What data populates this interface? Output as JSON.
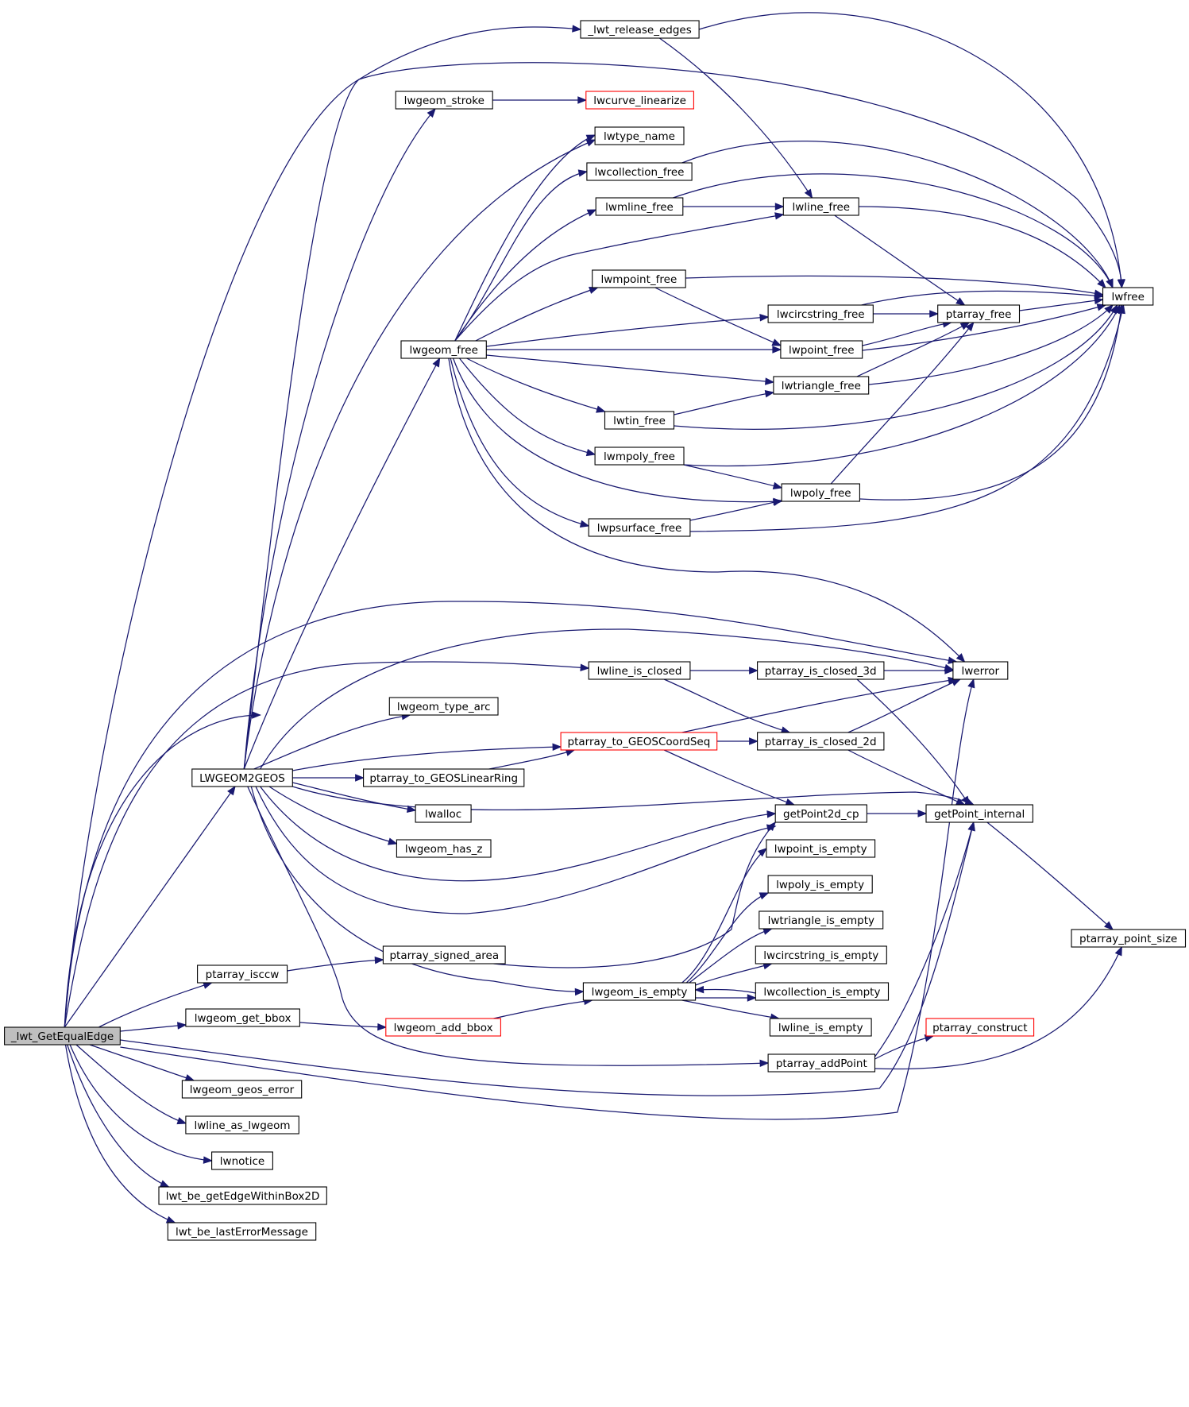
{
  "diagram": {
    "type": "call-graph",
    "colors": {
      "edge": "#191970",
      "node_border": "#000000",
      "node_border_incomplete": "#ff0000",
      "root_fill": "#bfbfbf",
      "node_fill": "#ffffff"
    },
    "nodes": [
      {
        "id": "root",
        "label": "_lwt_GetEqualEdge",
        "style": "root"
      },
      {
        "id": "lwt_release_edges",
        "label": "_lwt_release_edges",
        "style": "normal"
      },
      {
        "id": "lwgeom_stroke",
        "label": "lwgeom_stroke",
        "style": "normal"
      },
      {
        "id": "lwcurve_linearize",
        "label": "lwcurve_linearize",
        "style": "incomplete"
      },
      {
        "id": "lwtype_name",
        "label": "lwtype_name",
        "style": "normal"
      },
      {
        "id": "lwcollection_free",
        "label": "lwcollection_free",
        "style": "normal"
      },
      {
        "id": "lwmline_free",
        "label": "lwmline_free",
        "style": "normal"
      },
      {
        "id": "lwline_free",
        "label": "lwline_free",
        "style": "normal"
      },
      {
        "id": "lwmpoint_free",
        "label": "lwmpoint_free",
        "style": "normal"
      },
      {
        "id": "lwfree",
        "label": "lwfree",
        "style": "normal"
      },
      {
        "id": "lwcircstring_free",
        "label": "lwcircstring_free",
        "style": "normal"
      },
      {
        "id": "ptarray_free",
        "label": "ptarray_free",
        "style": "normal"
      },
      {
        "id": "lwgeom_free",
        "label": "lwgeom_free",
        "style": "normal"
      },
      {
        "id": "lwpoint_free",
        "label": "lwpoint_free",
        "style": "normal"
      },
      {
        "id": "lwtriangle_free",
        "label": "lwtriangle_free",
        "style": "normal"
      },
      {
        "id": "lwtin_free",
        "label": "lwtin_free",
        "style": "normal"
      },
      {
        "id": "lwmpoly_free",
        "label": "lwmpoly_free",
        "style": "normal"
      },
      {
        "id": "lwpoly_free",
        "label": "lwpoly_free",
        "style": "normal"
      },
      {
        "id": "lwpsurface_free",
        "label": "lwpsurface_free",
        "style": "normal"
      },
      {
        "id": "lwline_is_closed",
        "label": "lwline_is_closed",
        "style": "normal"
      },
      {
        "id": "ptarray_is_closed_3d",
        "label": "ptarray_is_closed_3d",
        "style": "normal"
      },
      {
        "id": "lwerror",
        "label": "lwerror",
        "style": "normal"
      },
      {
        "id": "lwgeom_type_arc",
        "label": "lwgeom_type_arc",
        "style": "normal"
      },
      {
        "id": "ptarray_to_GEOSCoordSeq",
        "label": "ptarray_to_GEOSCoordSeq",
        "style": "incomplete"
      },
      {
        "id": "ptarray_is_closed_2d",
        "label": "ptarray_is_closed_2d",
        "style": "normal"
      },
      {
        "id": "LWGEOM2GEOS",
        "label": "LWGEOM2GEOS",
        "style": "normal"
      },
      {
        "id": "ptarray_to_GEOSLinearRing",
        "label": "ptarray_to_GEOSLinearRing",
        "style": "normal"
      },
      {
        "id": "lwalloc",
        "label": "lwalloc",
        "style": "normal"
      },
      {
        "id": "getPoint2d_cp",
        "label": "getPoint2d_cp",
        "style": "normal"
      },
      {
        "id": "getPoint_internal",
        "label": "getPoint_internal",
        "style": "normal"
      },
      {
        "id": "lwgeom_has_z",
        "label": "lwgeom_has_z",
        "style": "normal"
      },
      {
        "id": "lwpoint_is_empty",
        "label": "lwpoint_is_empty",
        "style": "normal"
      },
      {
        "id": "lwpoly_is_empty",
        "label": "lwpoly_is_empty",
        "style": "normal"
      },
      {
        "id": "lwtriangle_is_empty",
        "label": "lwtriangle_is_empty",
        "style": "normal"
      },
      {
        "id": "ptarray_point_size",
        "label": "ptarray_point_size",
        "style": "normal"
      },
      {
        "id": "ptarray_isccw",
        "label": "ptarray_isccw",
        "style": "normal"
      },
      {
        "id": "ptarray_signed_area",
        "label": "ptarray_signed_area",
        "style": "normal"
      },
      {
        "id": "lwcircstring_is_empty",
        "label": "lwcircstring_is_empty",
        "style": "normal"
      },
      {
        "id": "lwgeom_is_empty",
        "label": "lwgeom_is_empty",
        "style": "normal"
      },
      {
        "id": "lwcollection_is_empty",
        "label": "lwcollection_is_empty",
        "style": "normal"
      },
      {
        "id": "lwgeom_get_bbox",
        "label": "lwgeom_get_bbox",
        "style": "normal"
      },
      {
        "id": "lwgeom_add_bbox",
        "label": "lwgeom_add_bbox",
        "style": "incomplete"
      },
      {
        "id": "lwline_is_empty",
        "label": "lwline_is_empty",
        "style": "normal"
      },
      {
        "id": "ptarray_construct",
        "label": "ptarray_construct",
        "style": "incomplete"
      },
      {
        "id": "ptarray_addPoint",
        "label": "ptarray_addPoint",
        "style": "normal"
      },
      {
        "id": "lwgeom_geos_error",
        "label": "lwgeom_geos_error",
        "style": "normal"
      },
      {
        "id": "lwline_as_lwgeom",
        "label": "lwline_as_lwgeom",
        "style": "normal"
      },
      {
        "id": "lwnotice",
        "label": "lwnotice",
        "style": "normal"
      },
      {
        "id": "lwt_be_getEdgeWithinBox2D",
        "label": "lwt_be_getEdgeWithinBox2D",
        "style": "normal"
      },
      {
        "id": "lwt_be_lastErrorMessage",
        "label": "lwt_be_lastErrorMessage",
        "style": "normal"
      }
    ]
  }
}
